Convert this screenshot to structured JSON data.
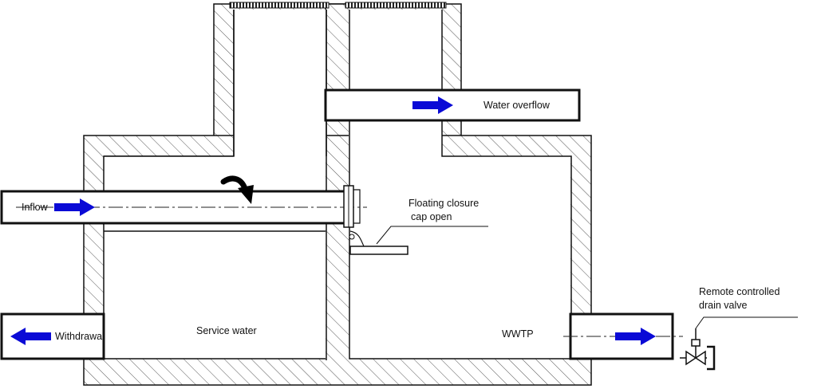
{
  "labels": {
    "inflow": "Inflow",
    "water_overflow": "Water overflow",
    "floating_closure_line1": "Floating closure",
    "floating_closure_line2": "cap open",
    "remote_valve_line1": "Remote controlled",
    "remote_valve_line2": "drain valve",
    "withdrawal": "Withdrawal",
    "service_water": "Service water",
    "wwtp": "WWTP"
  },
  "colors": {
    "flow_arrow": "#0a0ad6",
    "wall_stroke": "#111111",
    "hatch": "#555555",
    "background": "#ffffff"
  },
  "icons": {
    "flow_arrow": "arrow-right-icon",
    "reverse_flow_arrow": "arrow-left-icon",
    "curved_flow": "curved-arrow-icon",
    "drain_valve": "valve-icon",
    "inlet_grate": "grate-icon"
  }
}
